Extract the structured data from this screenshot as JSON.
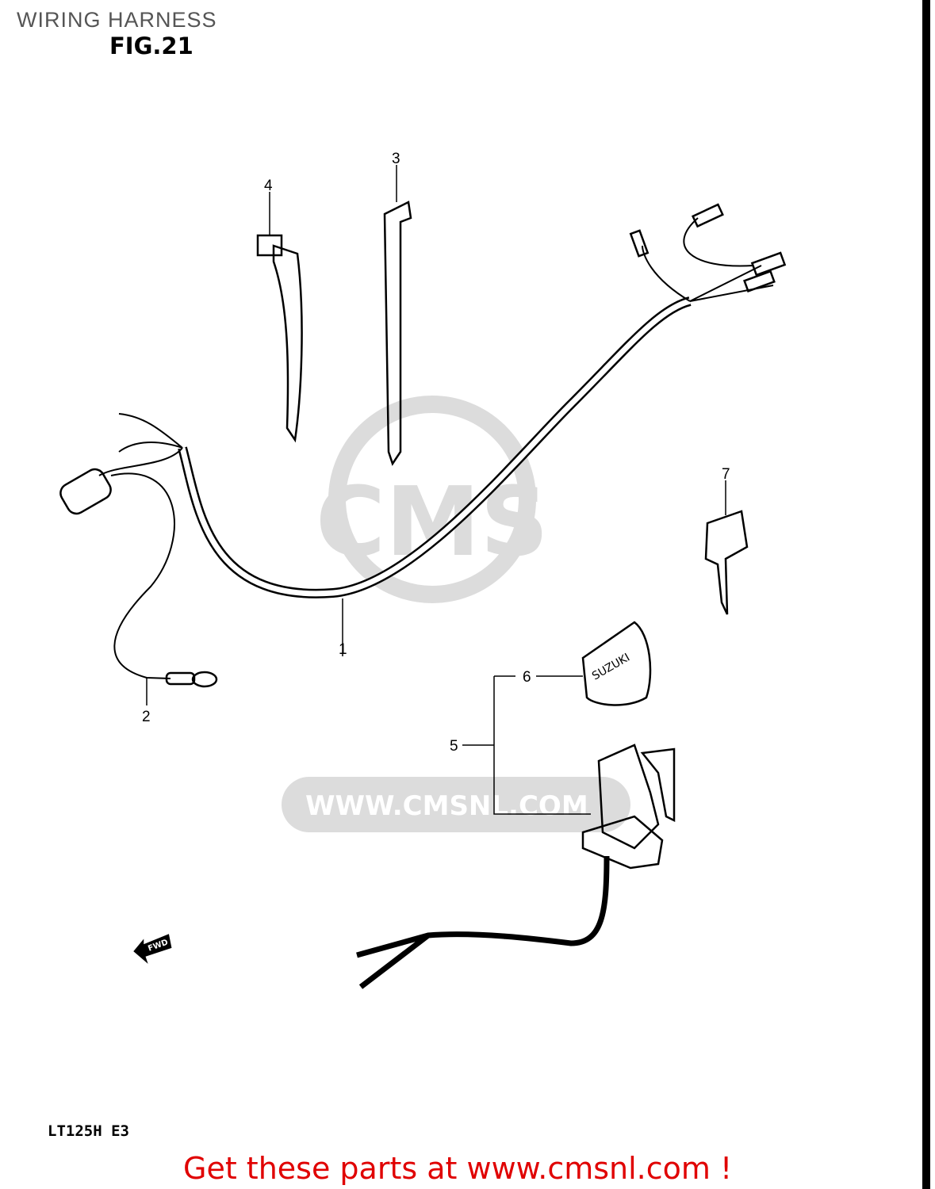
{
  "header": {
    "title": "WIRING HARNESS",
    "figure": "FIG.21"
  },
  "parts": [
    {
      "number": "1"
    },
    {
      "number": "2"
    },
    {
      "number": "3"
    },
    {
      "number": "4"
    },
    {
      "number": "5"
    },
    {
      "number": "6"
    },
    {
      "number": "7"
    }
  ],
  "cap_logo": "SUZUKI",
  "direction_arrow": "FWD",
  "watermark": {
    "logo": "CMS",
    "url": "WWW.CMSNL.COM"
  },
  "model": "LT125H E3",
  "footer": "Get these parts at www.cmsnl.com !",
  "colors": {
    "footer": "#e00000",
    "watermark": "#d8d8d8"
  }
}
